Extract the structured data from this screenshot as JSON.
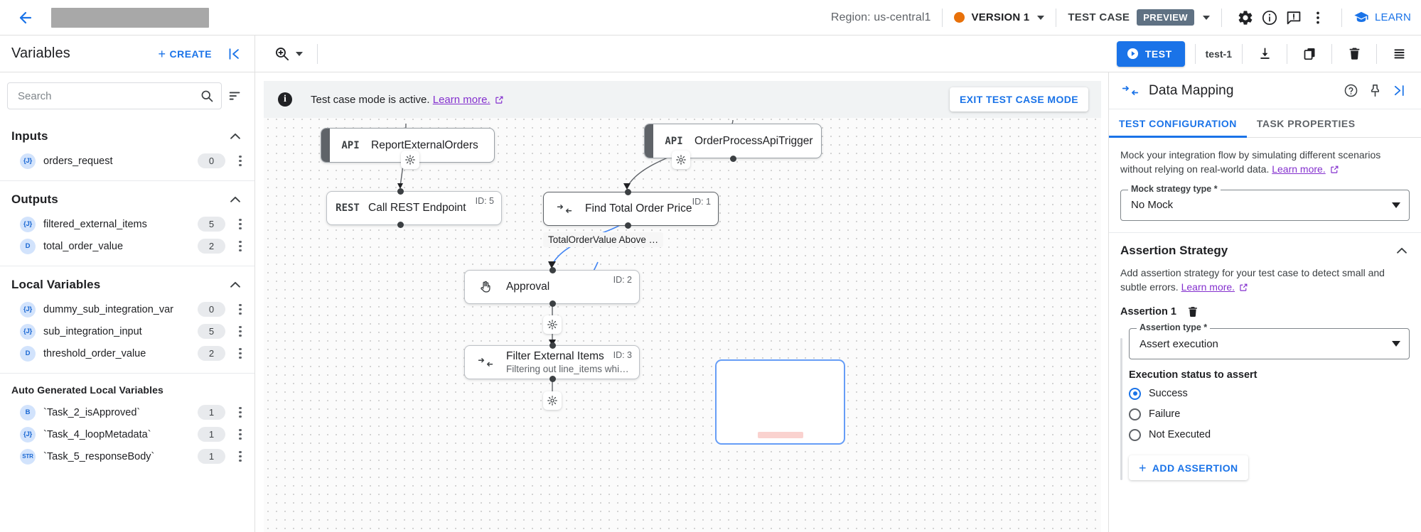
{
  "topbar": {
    "back_icon": "arrow-back-icon",
    "title_redacted": "",
    "region_label": "Region: us-central1",
    "version_label": "VERSION 1",
    "testcase_label": "TEST CASE",
    "preview_badge": "PREVIEW",
    "settings_icon": "gear-icon",
    "info_icon": "info-icon",
    "feedback_icon": "feedback-icon",
    "more_icon": "more-vert-icon",
    "learn_label": "LEARN",
    "accent_blue": "#1a73e8",
    "version_dot_color": "#e8710a",
    "preview_badge_color": "#5f7183"
  },
  "toolbar": {
    "panel_title": "Variables",
    "create_label": "CREATE",
    "collapse_icon": "collapse-left-icon",
    "zoom_icon": "zoom-in-icon",
    "test_label": "TEST",
    "test_case_name": "test-1",
    "download_icon": "download-icon",
    "copy_icon": "copy-icon",
    "delete_icon": "trash-icon",
    "menu_icon": "list-menu-icon"
  },
  "sidebar": {
    "search_placeholder": "Search",
    "search_value": "",
    "sort_icon": "sort-icon",
    "sections": [
      {
        "title": "Inputs",
        "collapsible": true,
        "items": [
          {
            "type": "{J}",
            "name": "orders_request",
            "count": "0"
          }
        ]
      },
      {
        "title": "Outputs",
        "collapsible": true,
        "items": [
          {
            "type": "{J}",
            "name": "filtered_external_items",
            "count": "5"
          },
          {
            "type": "D",
            "name": "total_order_value",
            "count": "2"
          }
        ]
      },
      {
        "title": "Local Variables",
        "collapsible": true,
        "items": [
          {
            "type": "{J}",
            "name": "dummy_sub_integration_var",
            "count": "0"
          },
          {
            "type": "{J}",
            "name": "sub_integration_input",
            "count": "5"
          },
          {
            "type": "D",
            "name": "threshold_order_value",
            "count": "2"
          }
        ]
      },
      {
        "title": "Auto Generated Local Variables",
        "collapsible": false,
        "items": [
          {
            "type": "B",
            "name": "`Task_2_isApproved`",
            "count": "1"
          },
          {
            "type": "{J}",
            "name": "`Task_4_loopMetadata`",
            "count": "1"
          },
          {
            "type": "STR",
            "name": "`Task_5_responseBody`",
            "count": "1"
          }
        ]
      }
    ]
  },
  "canvas": {
    "banner": {
      "info_icon": "info-filled-icon",
      "text": "Test case mode is active.",
      "link": "Learn more.",
      "exit_button": "EXIT TEST CASE MODE"
    },
    "nodes": [
      {
        "id": "report-external-orders",
        "badge": "API",
        "title": "ReportExternalOrders",
        "subtitle": "",
        "node_id": "",
        "kind": "trigger"
      },
      {
        "id": "order-process-api-trigger",
        "badge": "API",
        "title": "OrderProcessApiTrigger",
        "subtitle": "",
        "node_id": "",
        "kind": "trigger"
      },
      {
        "id": "call-rest-endpoint",
        "badge": "REST",
        "title": "Call REST Endpoint",
        "subtitle": "",
        "node_id": "ID: 5",
        "kind": "task"
      },
      {
        "id": "find-total-order-price",
        "badge": "mapping",
        "title": "Find Total Order Price",
        "subtitle": "",
        "node_id": "ID: 1",
        "kind": "task"
      },
      {
        "id": "approval",
        "badge": "approval",
        "title": "Approval",
        "subtitle": "",
        "node_id": "ID: 2",
        "kind": "task"
      },
      {
        "id": "filter-external-items",
        "badge": "mapping",
        "title": "Filter External Items",
        "subtitle": "Filtering out line_items whi…",
        "node_id": "ID: 3",
        "kind": "task"
      }
    ],
    "edge_labels": [
      {
        "id": "total-order-value-above",
        "text": "TotalOrderValue Above …"
      }
    ]
  },
  "rightpanel": {
    "header_icon": "data-mapping-icon",
    "title": "Data Mapping",
    "help_icon": "help-circle-icon",
    "pin_icon": "pin-icon",
    "expand_icon": "expand-right-icon",
    "tabs": [
      {
        "label": "TEST CONFIGURATION",
        "active": true
      },
      {
        "label": "TASK PROPERTIES",
        "active": false
      }
    ],
    "mock": {
      "description": "Mock your integration flow by simulating different scenarios without relying on real-world data.",
      "link": "Learn more.",
      "field_label": "Mock strategy type *",
      "field_value": "No Mock"
    },
    "assertion": {
      "section_title": "Assertion Strategy",
      "description": "Add assertion strategy for your test case to detect small and subtle errors.",
      "link": "Learn more.",
      "item_label": "Assertion 1",
      "delete_icon": "trash-icon",
      "type_field_label": "Assertion type *",
      "type_field_value": "Assert execution",
      "status_label": "Execution status to assert",
      "options": [
        {
          "label": "Success",
          "selected": true
        },
        {
          "label": "Failure",
          "selected": false
        },
        {
          "label": "Not Executed",
          "selected": false
        }
      ],
      "add_label": "ADD ASSERTION"
    }
  }
}
